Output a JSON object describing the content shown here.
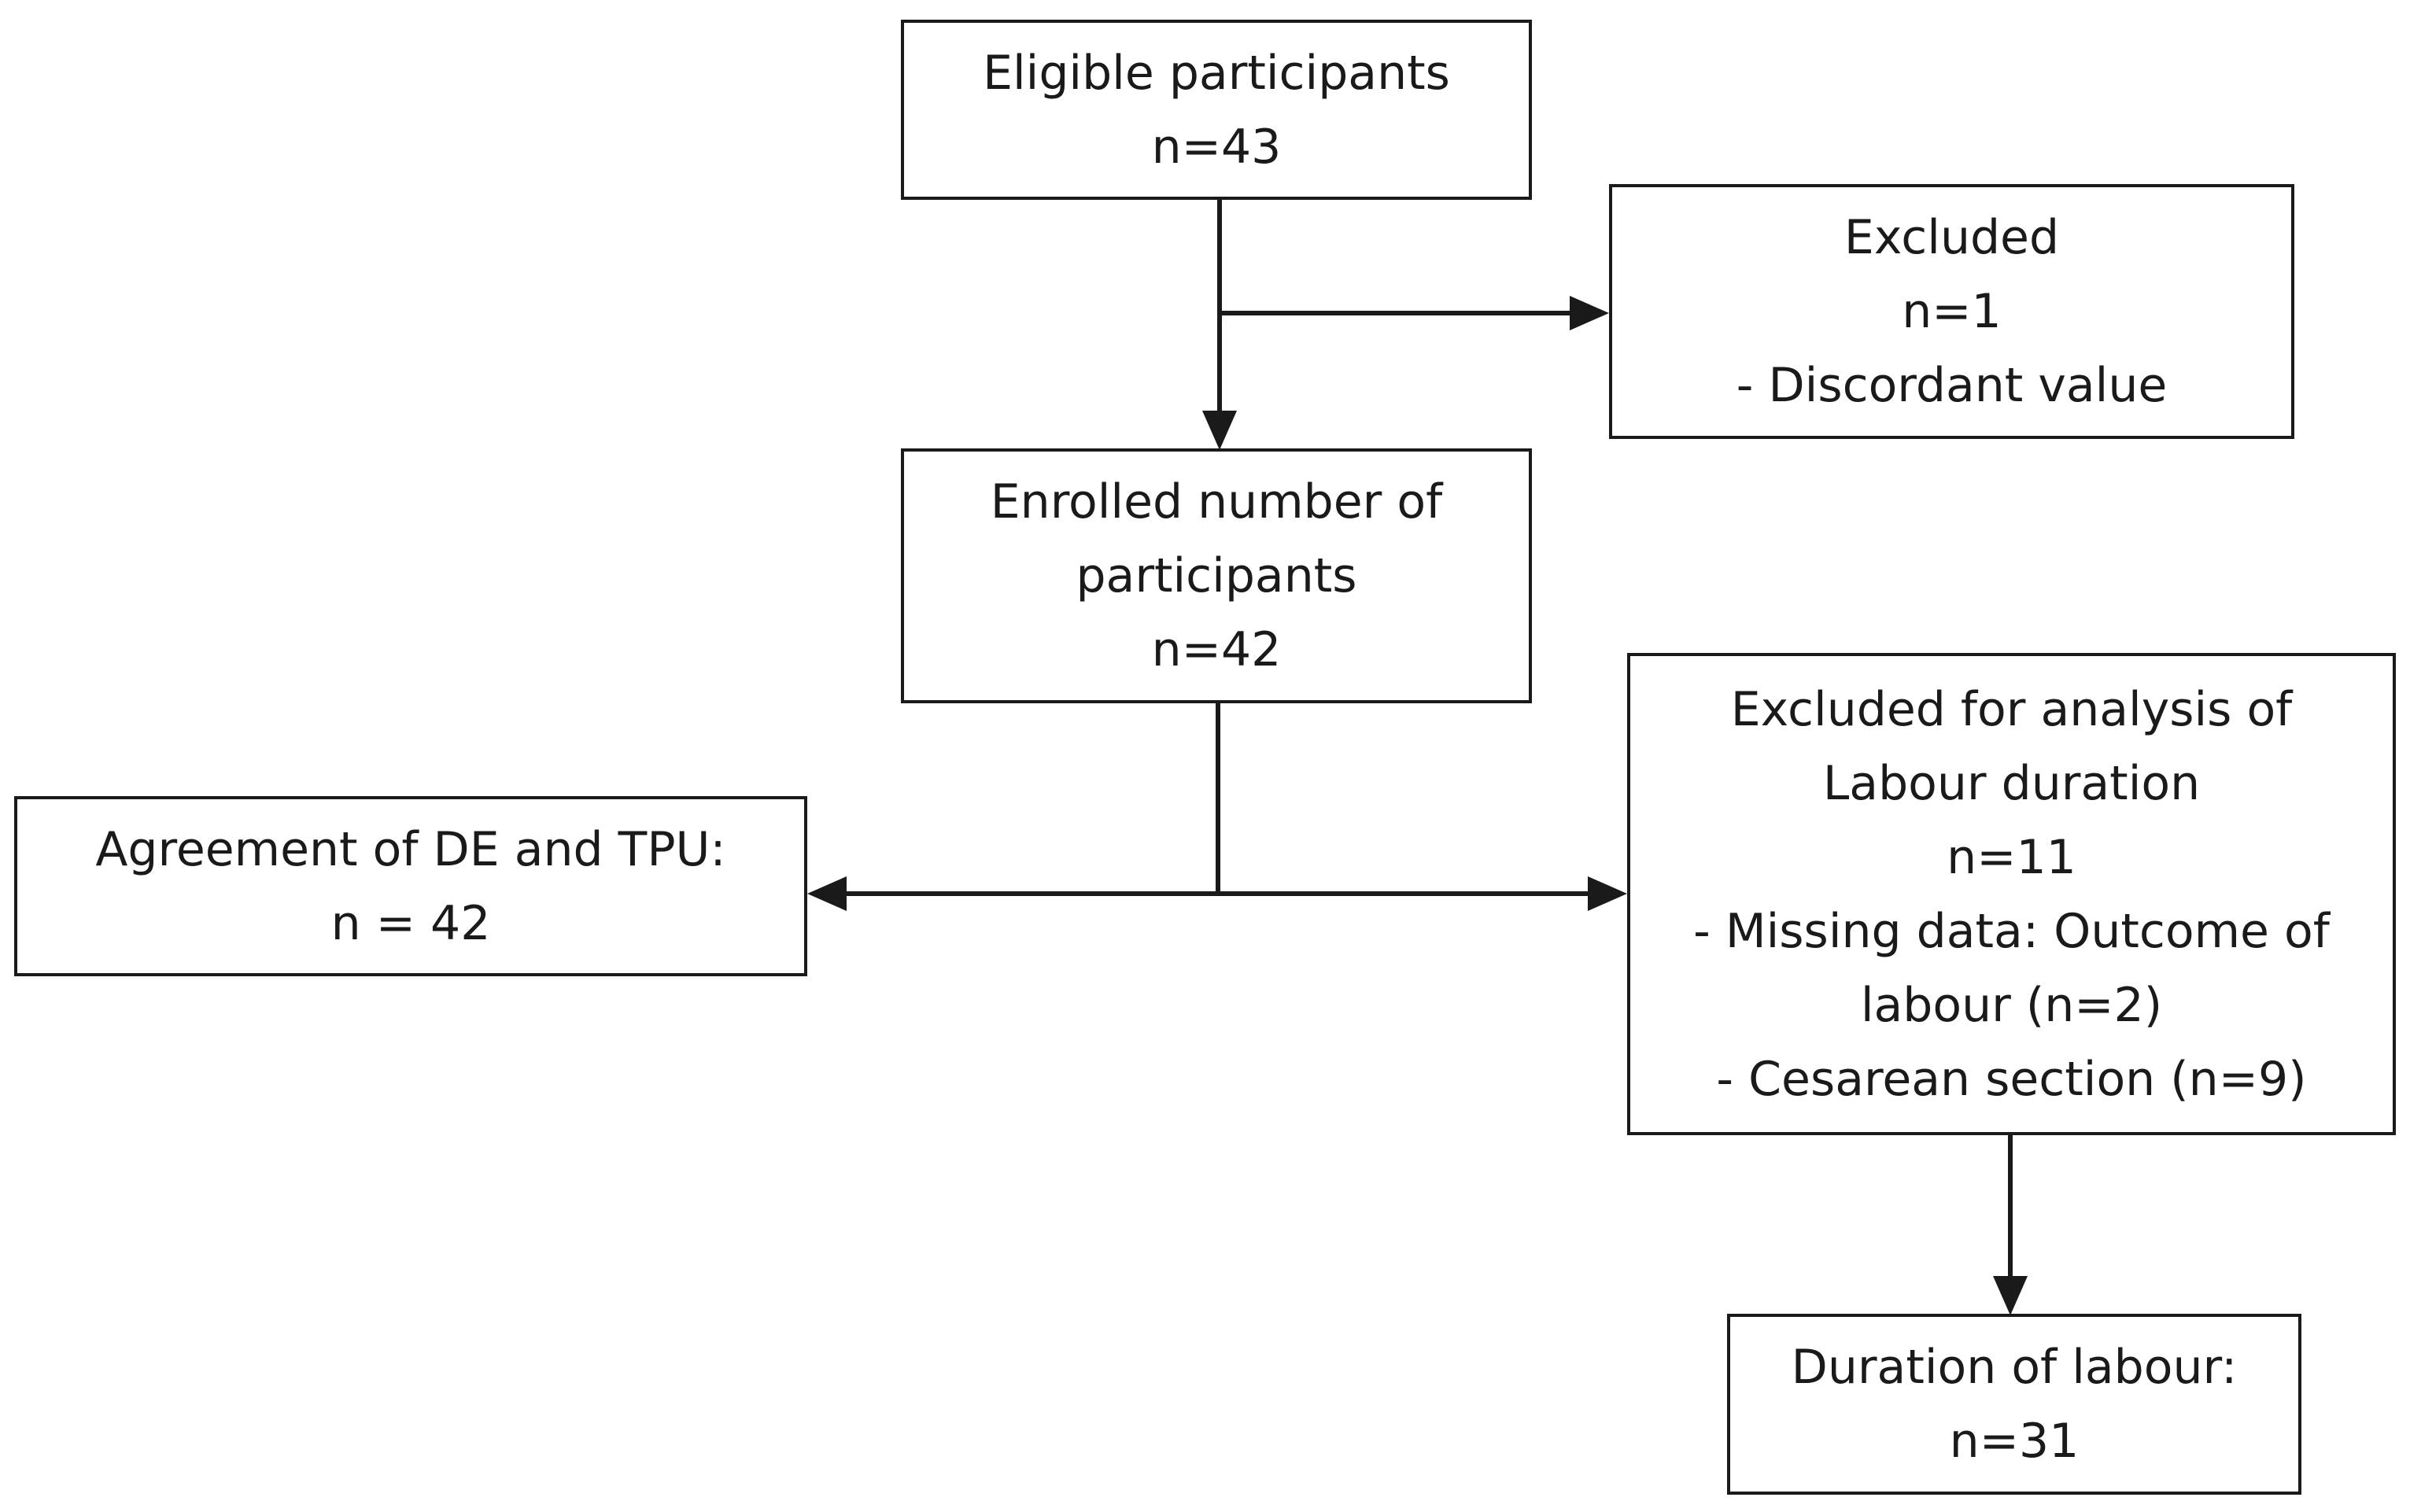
{
  "boxes": {
    "eligible": {
      "lines": [
        "Eligible participants",
        "n=43"
      ]
    },
    "excluded": {
      "lines": [
        "Excluded",
        "n=1",
        "- Discordant value"
      ]
    },
    "enrolled": {
      "lines": [
        "Enrolled number of",
        "participants",
        "n=42"
      ]
    },
    "excluded_analysis": {
      "lines": [
        "Excluded for analysis of",
        "Labour duration",
        "n=11",
        "- Missing data: Outcome of",
        "labour (n=2)",
        "- Cesarean section (n=9)"
      ]
    },
    "agreement": {
      "lines": [
        "Agreement of DE and TPU:",
        "n = 42"
      ]
    },
    "duration": {
      "lines": [
        "Duration of labour:",
        "n=31"
      ]
    }
  }
}
